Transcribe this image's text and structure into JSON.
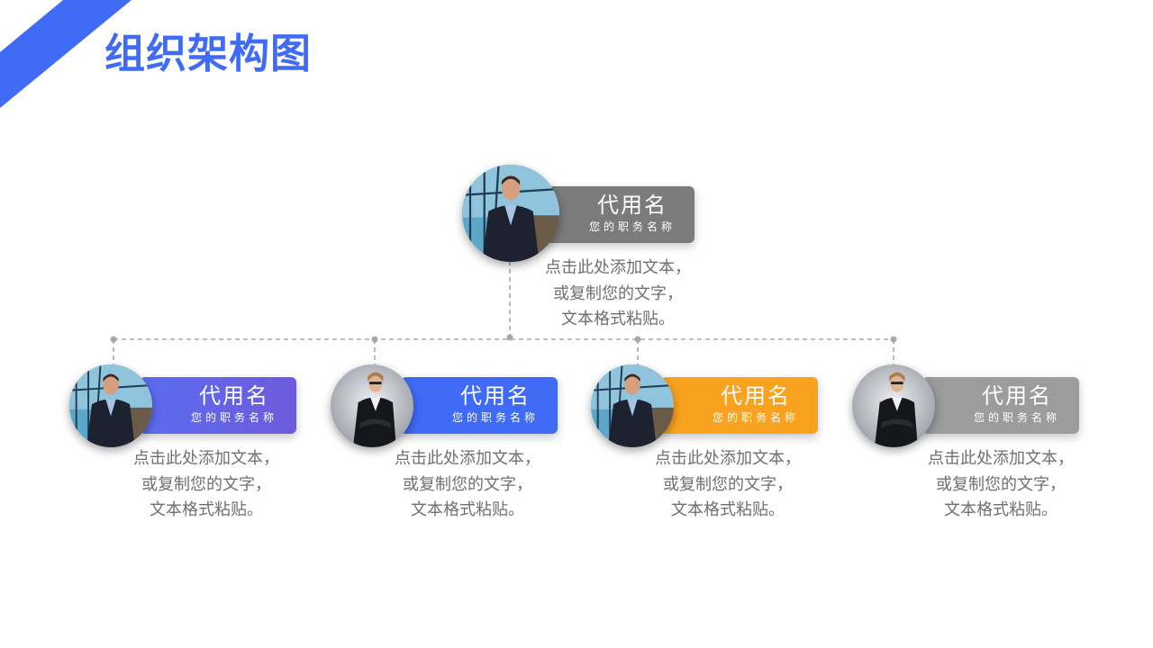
{
  "title": "组织架构图",
  "colors": {
    "accent": "#3f6bf6",
    "gray": "#7b7b7b",
    "purple": "#6a5fe4",
    "blue": "#3f6bf6",
    "orange": "#f9a21f",
    "light_gray": "#9c9c9c",
    "connector": "#a8a8a8"
  },
  "top": {
    "name": "代用名",
    "role": "您的职务名称",
    "desc": [
      "点击此处添加文本，",
      "或复制您的文字，",
      "文本格式粘贴。"
    ],
    "photo_icon": "man-photo-icon"
  },
  "members": [
    {
      "name": "代用名",
      "role": "您的职务名称",
      "desc": [
        "点击此处添加文本，",
        "或复制您的文字，",
        "文本格式粘贴。"
      ],
      "color": "#6a5fe4",
      "photo_icon": "man-photo-icon"
    },
    {
      "name": "代用名",
      "role": "您的职务名称",
      "desc": [
        "点击此处添加文本，",
        "或复制您的文字，",
        "文本格式粘贴。"
      ],
      "color": "#3f6bf6",
      "photo_icon": "woman-photo-icon"
    },
    {
      "name": "代用名",
      "role": "您的职务名称",
      "desc": [
        "点击此处添加文本，",
        "或复制您的文字，",
        "文本格式粘贴。"
      ],
      "color": "#f9a21f",
      "photo_icon": "man-photo-icon"
    },
    {
      "name": "代用名",
      "role": "您的职务名称",
      "desc": [
        "点击此处添加文本，",
        "或复制您的文字，",
        "文本格式粘贴。"
      ],
      "color": "#9c9c9c",
      "photo_icon": "woman-photo-icon"
    }
  ]
}
